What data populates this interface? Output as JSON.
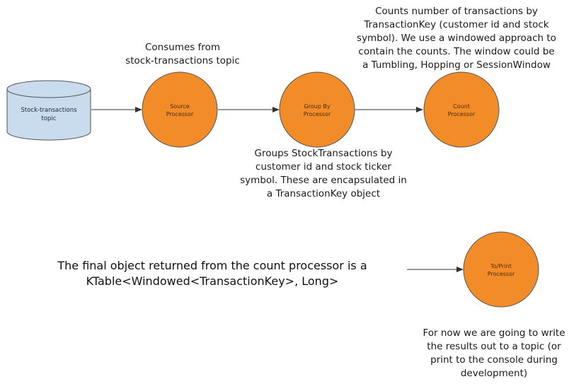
{
  "colors": {
    "processor_fill": "#f28c28",
    "processor_stroke": "#555555",
    "topic_fill": "#c9dcee",
    "topic_stroke": "#555555",
    "arrow": "#333333"
  },
  "topic": {
    "lines": [
      "Stock-transactions",
      "topic"
    ]
  },
  "processors": {
    "source": {
      "lines": [
        "Source",
        "Processor"
      ]
    },
    "group_by": {
      "lines": [
        "Group By",
        "Processor"
      ]
    },
    "count": {
      "lines": [
        "Count",
        "Processor"
      ]
    },
    "to_print": {
      "lines": [
        "To/Print",
        "Processor"
      ]
    }
  },
  "notes": {
    "consumes": [
      "Consumes from",
      "stock-transactions topic"
    ],
    "counts": [
      "Counts number of transactions by",
      "TransactionKey (customer id and stock",
      "symbol).  We use a windowed approach to",
      "contain the counts.  The window could be",
      "a Tumbling, Hopping or SessionWindow"
    ],
    "groups": [
      "Groups StockTransactions by",
      "customer id and stock ticker",
      "symbol. These are encapsulated in",
      "a TransactionKey object"
    ],
    "final": [
      "The final object returned from the count processor is a",
      "KTable<Windowed<TransactionKey>, Long>"
    ],
    "for_now": [
      "For now we are going to write",
      "the results out to a topic (or",
      "print to the console during",
      "development)"
    ]
  }
}
